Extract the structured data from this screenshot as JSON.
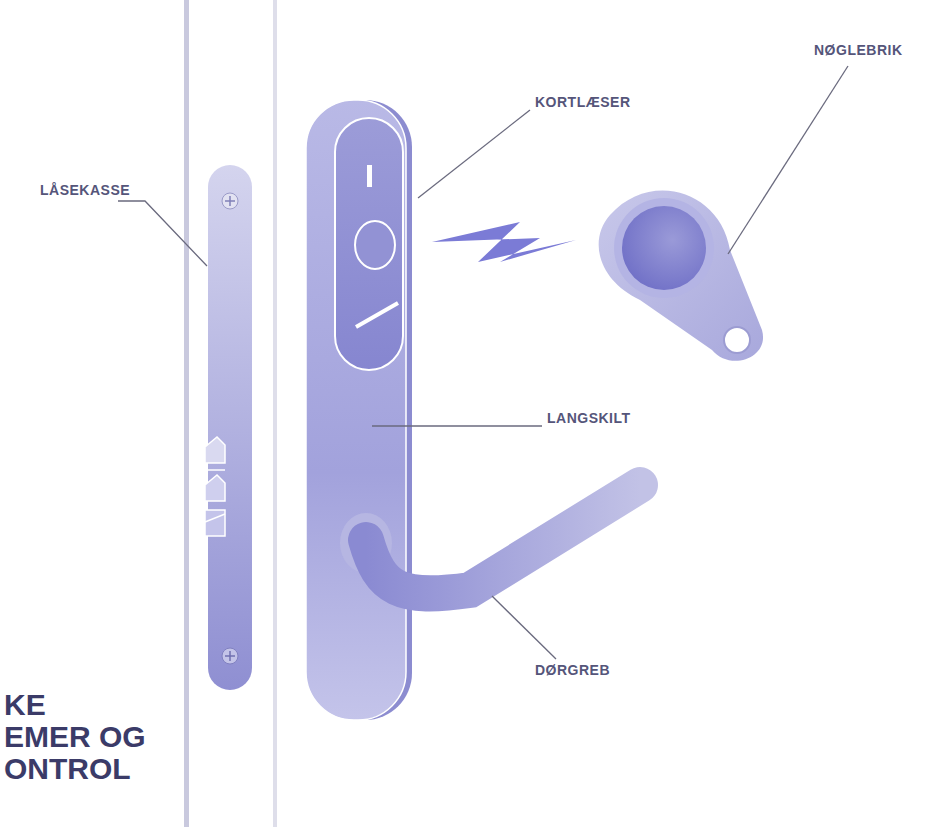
{
  "diagram": {
    "labels": [
      "KORTLÆSER",
      "NØGLEBRIK",
      "LÅSEKASSE",
      "LANGSKILT",
      "DØRGREB",
      "KE",
      "EMER OG",
      "ONTROL"
    ]
  }
}
